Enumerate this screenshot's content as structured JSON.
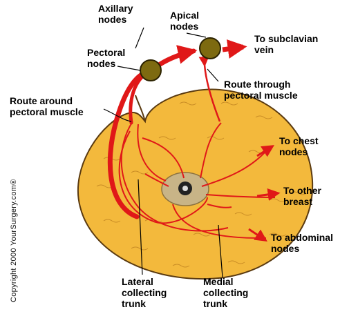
{
  "labels": {
    "axillary": [
      "Axillary",
      "nodes"
    ],
    "apical": [
      "Apical",
      "nodes"
    ],
    "pectoral": [
      "Pectoral",
      "nodes"
    ],
    "subclavian": [
      "To subclavian",
      "vein"
    ],
    "route_through": [
      "Route through",
      "pectoral muscle"
    ],
    "route_around": [
      "Route around",
      "pectoral muscle"
    ],
    "chest": [
      "To chest",
      "nodes"
    ],
    "other_breast": [
      "To other",
      "breast"
    ],
    "abdominal": [
      "To abdominal",
      "nodes"
    ],
    "lateral_trunk": [
      "Lateral",
      "collecting",
      "trunk"
    ],
    "medial_trunk": [
      "Medial",
      "collecting",
      "trunk"
    ]
  },
  "copyright": "Copyright 2000 YourSurgery.com®",
  "colors": {
    "breast_fill": "#f3b93c",
    "breast_outline": "#5a3a10",
    "vessel_red": "#e01818",
    "node_fill": "#7d6a10",
    "node_outline": "#2b2200",
    "areola": "#c8b487",
    "nipple": "#222222",
    "background": "#ffffff"
  }
}
